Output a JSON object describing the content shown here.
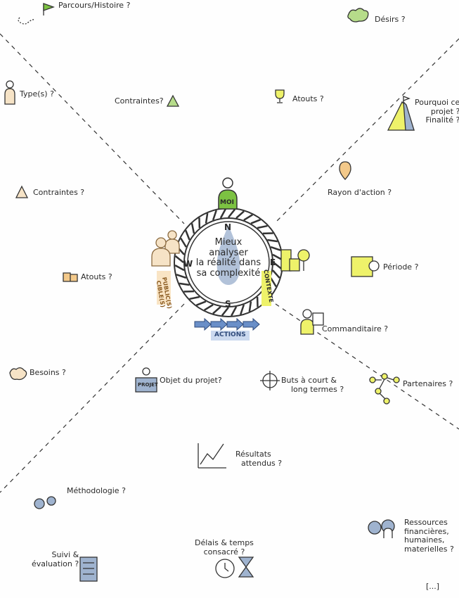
{
  "center": {
    "line1": "Mieux",
    "line2": "analyser",
    "line3": "la réalité dans",
    "line4": "sa complexité",
    "north": "N",
    "south": "S",
    "east": "E",
    "west": "W"
  },
  "hubs": {
    "moi": "MOI",
    "publics_line1": "PUBLIC(S)",
    "publics_line2": "CIBLE(S)",
    "contexte": "CONTEXTE",
    "actions": "ACTIONS"
  },
  "moi_zone": {
    "parcours": "Parcours/Histoire ?",
    "desirs": "Désirs ?",
    "contraintes": "Contraintes?",
    "atouts": "Atouts ?"
  },
  "publics_zone": {
    "types": "Type(s) ?",
    "contraintes": "Contraintes ?",
    "atouts": "Atouts ?",
    "besoins": "Besoins ?"
  },
  "contexte_zone": {
    "pourquoi_1": "Pourquoi ce",
    "pourquoi_2": "projet ?",
    "finalite": "Finalité ?",
    "rayon": "Rayon d'action ?",
    "periode": "Période ?",
    "commanditaire": "Commanditaire ?",
    "partenaires": "Partenaires ?"
  },
  "actions_zone": {
    "objet": "Objet du projet?",
    "projet_box": "PROJET",
    "buts_1": "Buts à court &",
    "buts_2": "long termes ?",
    "resultats_1": "Résultats",
    "resultats_2": "attendus ?",
    "methodologie": "Méthodologie ?",
    "ressources_1": "Ressources",
    "ressources_2": "financières,",
    "ressources_3": "humaines,",
    "ressources_4": "materielles ?",
    "delais_1": "Délais & temps",
    "delais_2": "consacré ?",
    "suivi_1": "Suivi &",
    "suivi_2": "évaluation ?",
    "more": "[...]"
  },
  "colors": {
    "green": "#7cc242",
    "yellow": "#eef26a",
    "blue": "#6a8fc8",
    "orange": "#e2a24a",
    "ink": "#2a2a2a"
  }
}
